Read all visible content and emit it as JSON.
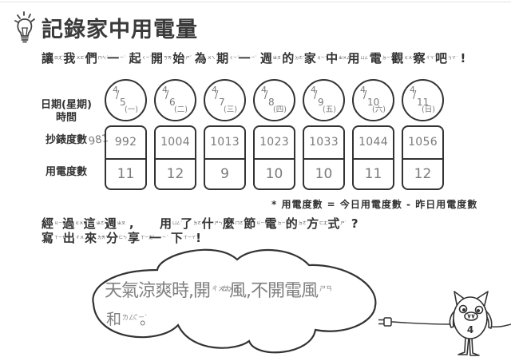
{
  "title": {
    "text": "記錄家中用電量",
    "icon": "lightbulb-icon"
  },
  "intro": {
    "chars": [
      {
        "c": "讓",
        "z": "ㄖㄤˋ"
      },
      {
        "c": "我",
        "z": "ㄨㄛˇ"
      },
      {
        "c": "們",
        "z": "ㄇㄣˊ"
      },
      {
        "c": "一",
        "z": "ㄧˋ"
      },
      {
        "c": "起",
        "z": "ㄑㄧˇ"
      },
      {
        "c": "開",
        "z": "ㄎㄞ"
      },
      {
        "c": "始",
        "z": "ㄕˇ"
      },
      {
        "c": "為",
        "z": "ㄨㄟˊ"
      },
      {
        "c": "期",
        "z": "ㄑㄧˊ"
      },
      {
        "c": "一",
        "z": "ㄧˋ"
      },
      {
        "c": "週",
        "z": "ㄓㄡ"
      },
      {
        "c": "的",
        "z": "ㄉㄜ˙"
      },
      {
        "c": "家",
        "z": "ㄐㄧㄚ"
      },
      {
        "c": "中",
        "z": "ㄓㄨㄥ"
      },
      {
        "c": "用",
        "z": "ㄩㄥˋ"
      },
      {
        "c": "電",
        "z": "ㄉㄧㄢˋ"
      },
      {
        "c": "觀",
        "z": "ㄍㄨㄢ"
      },
      {
        "c": "察",
        "z": "ㄔㄚˊ"
      },
      {
        "c": "吧",
        "z": "ㄅㄚ˙"
      },
      {
        "c": "!",
        "z": ""
      }
    ]
  },
  "table": {
    "labels": {
      "date": "日期(星期)",
      "time": "時間",
      "reading": "抄錶度數",
      "usage": "用電度數"
    },
    "date_separator": "/",
    "previous_reading": "981",
    "columns": [
      {
        "month": "4",
        "day": "5",
        "weekday": "(一)",
        "reading": "992",
        "usage": "11"
      },
      {
        "month": "4",
        "day": "6",
        "weekday": "(二)",
        "reading": "1004",
        "usage": "12"
      },
      {
        "month": "4",
        "day": "7",
        "weekday": "(三)",
        "reading": "1013",
        "usage": "9"
      },
      {
        "month": "4",
        "day": "8",
        "weekday": "(四)",
        "reading": "1023",
        "usage": "10"
      },
      {
        "month": "4",
        "day": "9",
        "weekday": "(五)",
        "reading": "1033",
        "usage": "10"
      },
      {
        "month": "4",
        "day": "10",
        "weekday": "(六)",
        "reading": "1044",
        "usage": "11"
      },
      {
        "month": "4",
        "day": "11",
        "weekday": "(日)",
        "reading": "1056",
        "usage": "12"
      }
    ]
  },
  "footnote": "* 用電度數 = 今日用電度數 - 昨日用電度數",
  "question": {
    "line1_part1": [
      {
        "c": "經",
        "z": "ㄐㄧㄥ"
      },
      {
        "c": "過",
        "z": "ㄍㄨㄛˋ"
      },
      {
        "c": "這",
        "z": "ㄓㄜˋ"
      },
      {
        "c": "週",
        "z": "ㄓㄡ"
      },
      {
        "c": ",",
        "z": ""
      }
    ],
    "line1_part2": [
      {
        "c": "用",
        "z": "ㄩㄥˋ"
      },
      {
        "c": "了",
        "z": "ㄌㄜ˙"
      },
      {
        "c": "什",
        "z": "ㄕㄣˊ"
      },
      {
        "c": "麼",
        "z": "ㄇㄜ˙"
      },
      {
        "c": "節",
        "z": "ㄐㄧㄝˊ"
      },
      {
        "c": "電",
        "z": "ㄉㄧㄢˋ"
      },
      {
        "c": "的",
        "z": "ㄉㄜ˙"
      },
      {
        "c": "方",
        "z": "ㄈㄤ"
      },
      {
        "c": "式",
        "z": "ㄕˋ"
      },
      {
        "c": "?",
        "z": ""
      }
    ],
    "line2": [
      {
        "c": "寫",
        "z": "ㄒㄧㄝˇ"
      },
      {
        "c": "出",
        "z": "ㄔㄨ"
      },
      {
        "c": "來",
        "z": "ㄌㄞˊ"
      },
      {
        "c": "分",
        "z": "ㄈㄣ"
      },
      {
        "c": "享",
        "z": "ㄒㄧㄤˇ"
      },
      {
        "c": "一",
        "z": "ㄧˊ"
      },
      {
        "c": "下",
        "z": "ㄒㄧㄚˋ"
      },
      {
        "c": "!",
        "z": ""
      }
    ]
  },
  "answer": {
    "line1": [
      {
        "t": "天氣涼爽時,開"
      },
      {
        "z": "ㄔㄨㄤ"
      },
      {
        "z": "ㄊㄨㄥ"
      },
      {
        "t": "風,不開電風"
      },
      {
        "z": "ㄕㄢ"
      }
    ],
    "line2": [
      {
        "t": "和"
      },
      {
        "z": "ㄌㄥˇ"
      },
      {
        "z": "ㄑㄧˋ"
      },
      {
        "t": "。"
      }
    ]
  },
  "mascot": {
    "belly_number": "4",
    "icon": "pig-mascot-icon"
  },
  "plug": {
    "icon": "power-plug-icon"
  },
  "colors": {
    "ink": "#333333",
    "pencil": "#777777",
    "paper": "#ffffff"
  }
}
